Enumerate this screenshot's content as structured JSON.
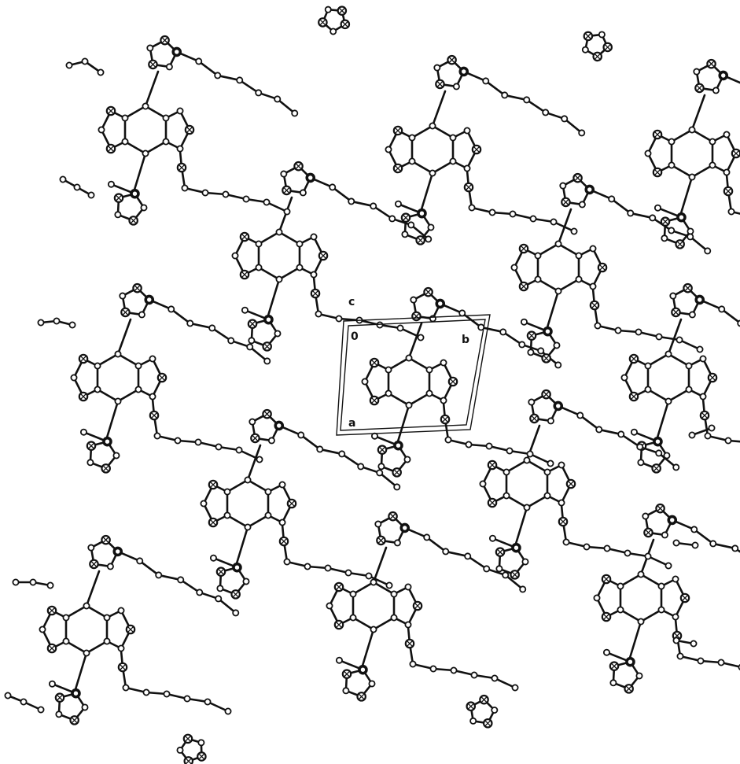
{
  "cell_labels": {
    "origin": "0",
    "a": "a",
    "b": "b",
    "c": "c"
  },
  "colors": {
    "ink": "#111111",
    "background": "#ffffff"
  }
}
